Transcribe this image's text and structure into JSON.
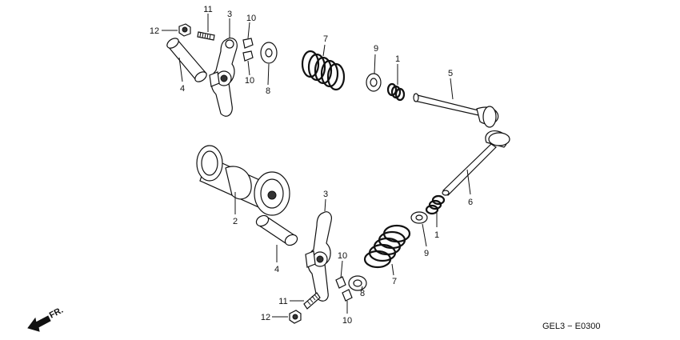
{
  "callouts": {
    "top_12": "12",
    "top_11": "11",
    "top_3": "3",
    "top_10a": "10",
    "top_10b": "10",
    "top_4": "4",
    "top_8": "8",
    "top_7": "7",
    "top_9": "9",
    "top_1": "1",
    "top_5": "5",
    "cam_2": "2",
    "bot_3": "3",
    "bot_6": "6",
    "bot_1": "1",
    "bot_9": "9",
    "bot_4": "4",
    "bot_7": "7",
    "bot_10a": "10",
    "bot_10b": "10",
    "bot_8": "8",
    "bot_11": "11",
    "bot_12": "12"
  },
  "direction_label": "FR.",
  "diagram_code": "GEL3 − E0300"
}
